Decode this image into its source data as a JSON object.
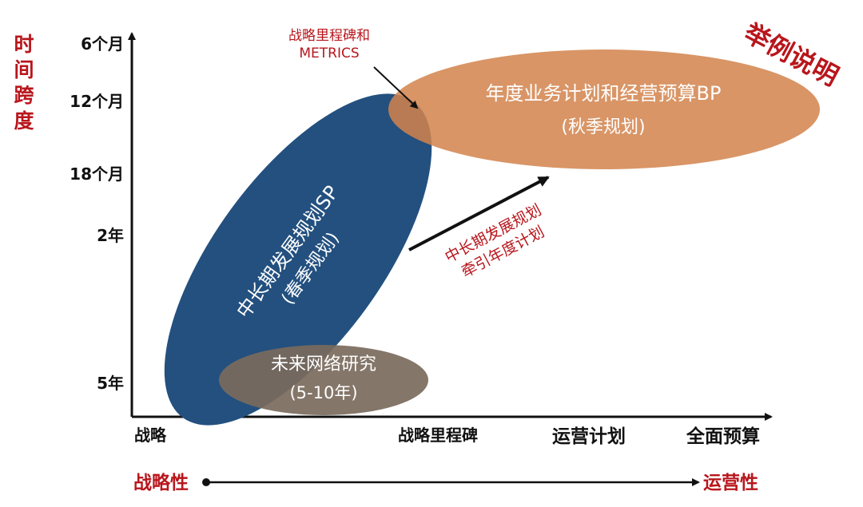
{
  "yaxis": {
    "title_chars": [
      "时",
      "间",
      "跨",
      "度"
    ],
    "ticks": [
      "6个月",
      "12个月",
      "18个月",
      "2年",
      "5年"
    ]
  },
  "xaxis": {
    "ticks": [
      "战略",
      "战略里程碑",
      "运营计划",
      "全面预算"
    ]
  },
  "spectrum": {
    "left": "战略性",
    "right": "运营性"
  },
  "stamp": "举例说明",
  "callout": {
    "line1": "战略里程碑和",
    "line2": "METRICS"
  },
  "ellipses": {
    "sp": {
      "line1": "中长期发展规划SP",
      "line2": "(春季规划)",
      "color": "#23507f"
    },
    "bp": {
      "line1": "年度业务计划和经营预算BP",
      "line2": "(秋季规划)",
      "color": "#d2824b"
    },
    "research": {
      "line1": "未来网络研究",
      "line2": "(5-10年)",
      "color": "#7a6a5c"
    }
  },
  "arrow_note": {
    "line1": "中长期发展规划",
    "line2": "牵引年度计划"
  },
  "colors": {
    "accent_red": "#b8161c",
    "axis": "#111111"
  }
}
